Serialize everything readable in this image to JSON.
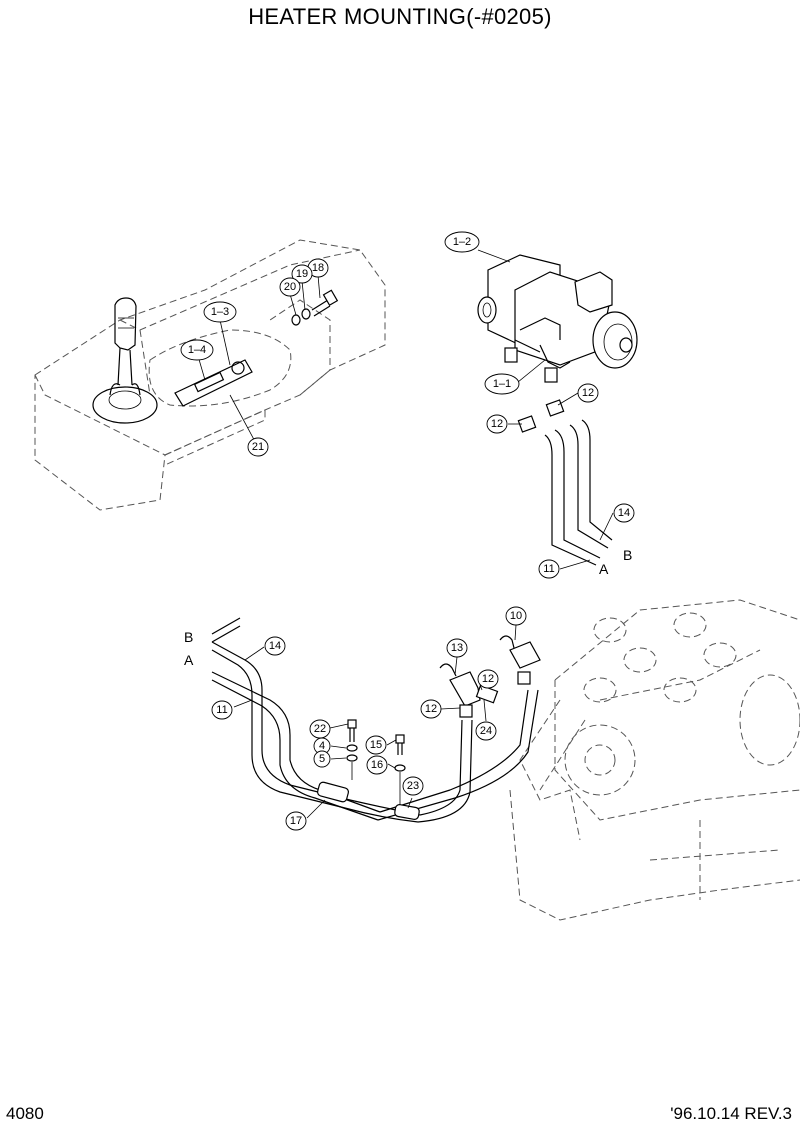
{
  "title": "HEATER MOUNTING(-#0205)",
  "footer": {
    "page_number": "4080",
    "revision": "'96.10.14 REV.3"
  },
  "callouts": {
    "c1_2": "1–2",
    "c1_3": "1–3",
    "c1_4": "1–4",
    "c1_1": "1–1",
    "c18": "18",
    "c19": "19",
    "c20": "20",
    "c21": "21",
    "c12a": "12",
    "c12b": "12",
    "c14a": "14",
    "c11a": "11",
    "c10": "10",
    "c13": "13",
    "c12c": "12",
    "c12d": "12",
    "c24": "24",
    "c14b": "14",
    "c11b": "11",
    "c22": "22",
    "c4": "4",
    "c5": "5",
    "c15": "15",
    "c16": "16",
    "c23": "23",
    "c17": "17"
  },
  "hose_labels": {
    "a_upper": "A",
    "b_upper": "B",
    "a_lower": "A",
    "b_lower": "B"
  }
}
